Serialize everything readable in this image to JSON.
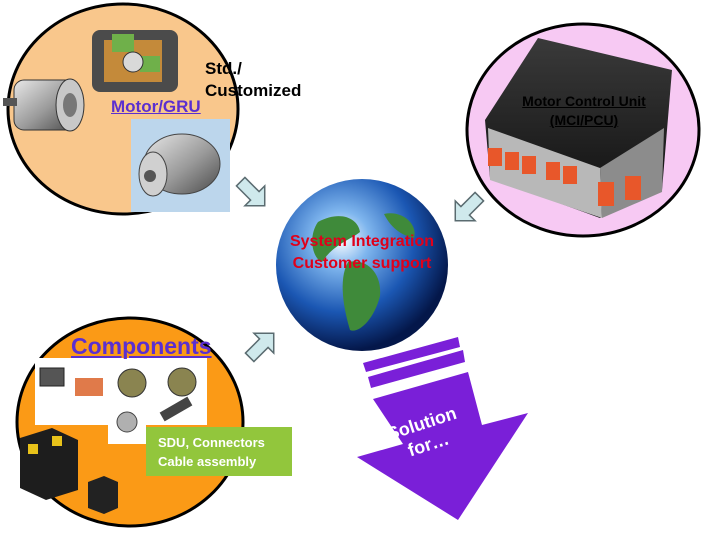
{
  "motor": {
    "title": "Motor/GRU",
    "std_line1": "Std./",
    "std_line2": "Customized"
  },
  "mcu": {
    "line1": "Motor Control Unit",
    "line2": "(MCI/PCU)"
  },
  "center": {
    "line1": "System Integration",
    "line2": "Customer support"
  },
  "components": {
    "title": "Components",
    "box_line1": "SDU, Connectors",
    "box_line2": "Cable assembly"
  },
  "solution": {
    "line1": "Solution",
    "line2": "for…"
  },
  "colors": {
    "motor_circle": "#f9c78c",
    "mcu_circle": "#f7c9f3",
    "components_circle": "#fb9a16",
    "label_purple": "#5b2fd0",
    "sdu_green": "#92c63c",
    "center_text_red": "#e0001a",
    "solution_arrow": "#7a1fd8",
    "connector_arrow": "#cfe9ec"
  }
}
